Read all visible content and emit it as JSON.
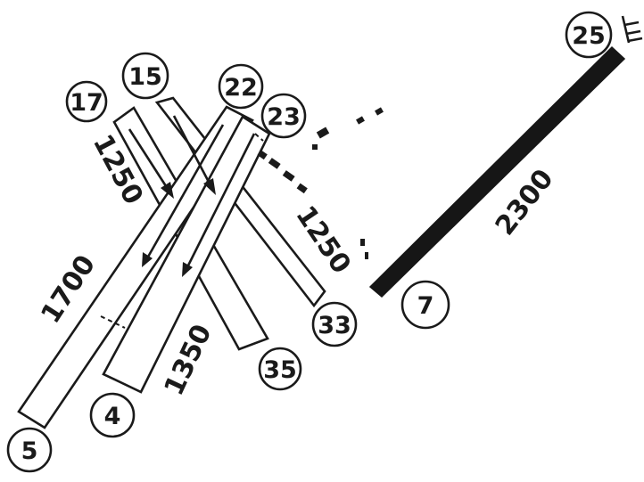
{
  "runway_numbers": {
    "rwy_5": "5",
    "rwy_4": "4",
    "rwy_17": "17",
    "rwy_15": "15",
    "rwy_22": "22",
    "rwy_23": "23",
    "rwy_33": "33",
    "rwy_35": "35",
    "rwy_7": "7",
    "rwy_25": "25"
  },
  "lengths": {
    "len_5_23": "1700",
    "len_4_22": "1350",
    "len_17_35": "1250",
    "len_15_33": "1250",
    "len_7_25": "2300"
  },
  "colors": {
    "ink": "#1a1a1a",
    "paper": "#ffffff"
  }
}
